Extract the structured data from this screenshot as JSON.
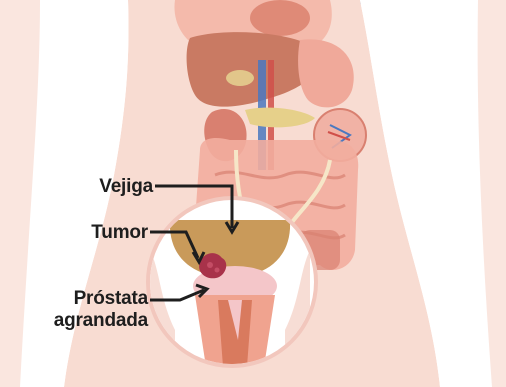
{
  "labels": {
    "bladder": "Vejiga",
    "tumor": "Tumor",
    "prostate_line1": "Próstata",
    "prostate_line2": "agrandada"
  },
  "colors": {
    "top_border": "#5b9bd5",
    "body_skin": "#f8dcd2",
    "organs": "#f2b7a6",
    "liver": "#c97a63",
    "bladder": "#c99a5a",
    "tumor": "#a8324a",
    "prostate": "#f4c6c9",
    "magnifier_bg": "#ffffff",
    "label_text": "#1e1e1e"
  }
}
